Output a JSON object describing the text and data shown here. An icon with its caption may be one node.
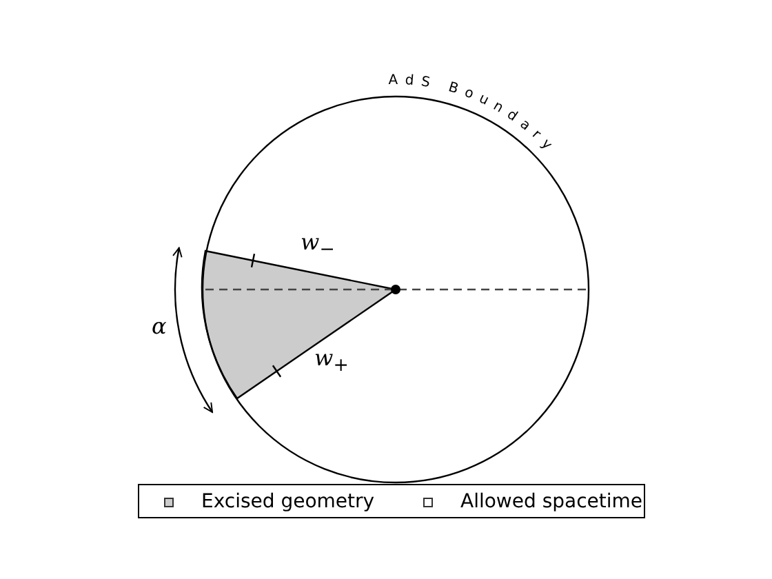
{
  "diagram": {
    "labels": [
      "AdS Boundary",
      "*w*$_{−}$",
      "*w*$_{+}$",
      "*α*"
    ],
    "legend": [
      {
        "text": "Excised geometry",
        "color": "#cccccc"
      },
      {
        "text": "Allowed spacetime",
        "color": "#ffffff"
      }
    ]
  }
}
